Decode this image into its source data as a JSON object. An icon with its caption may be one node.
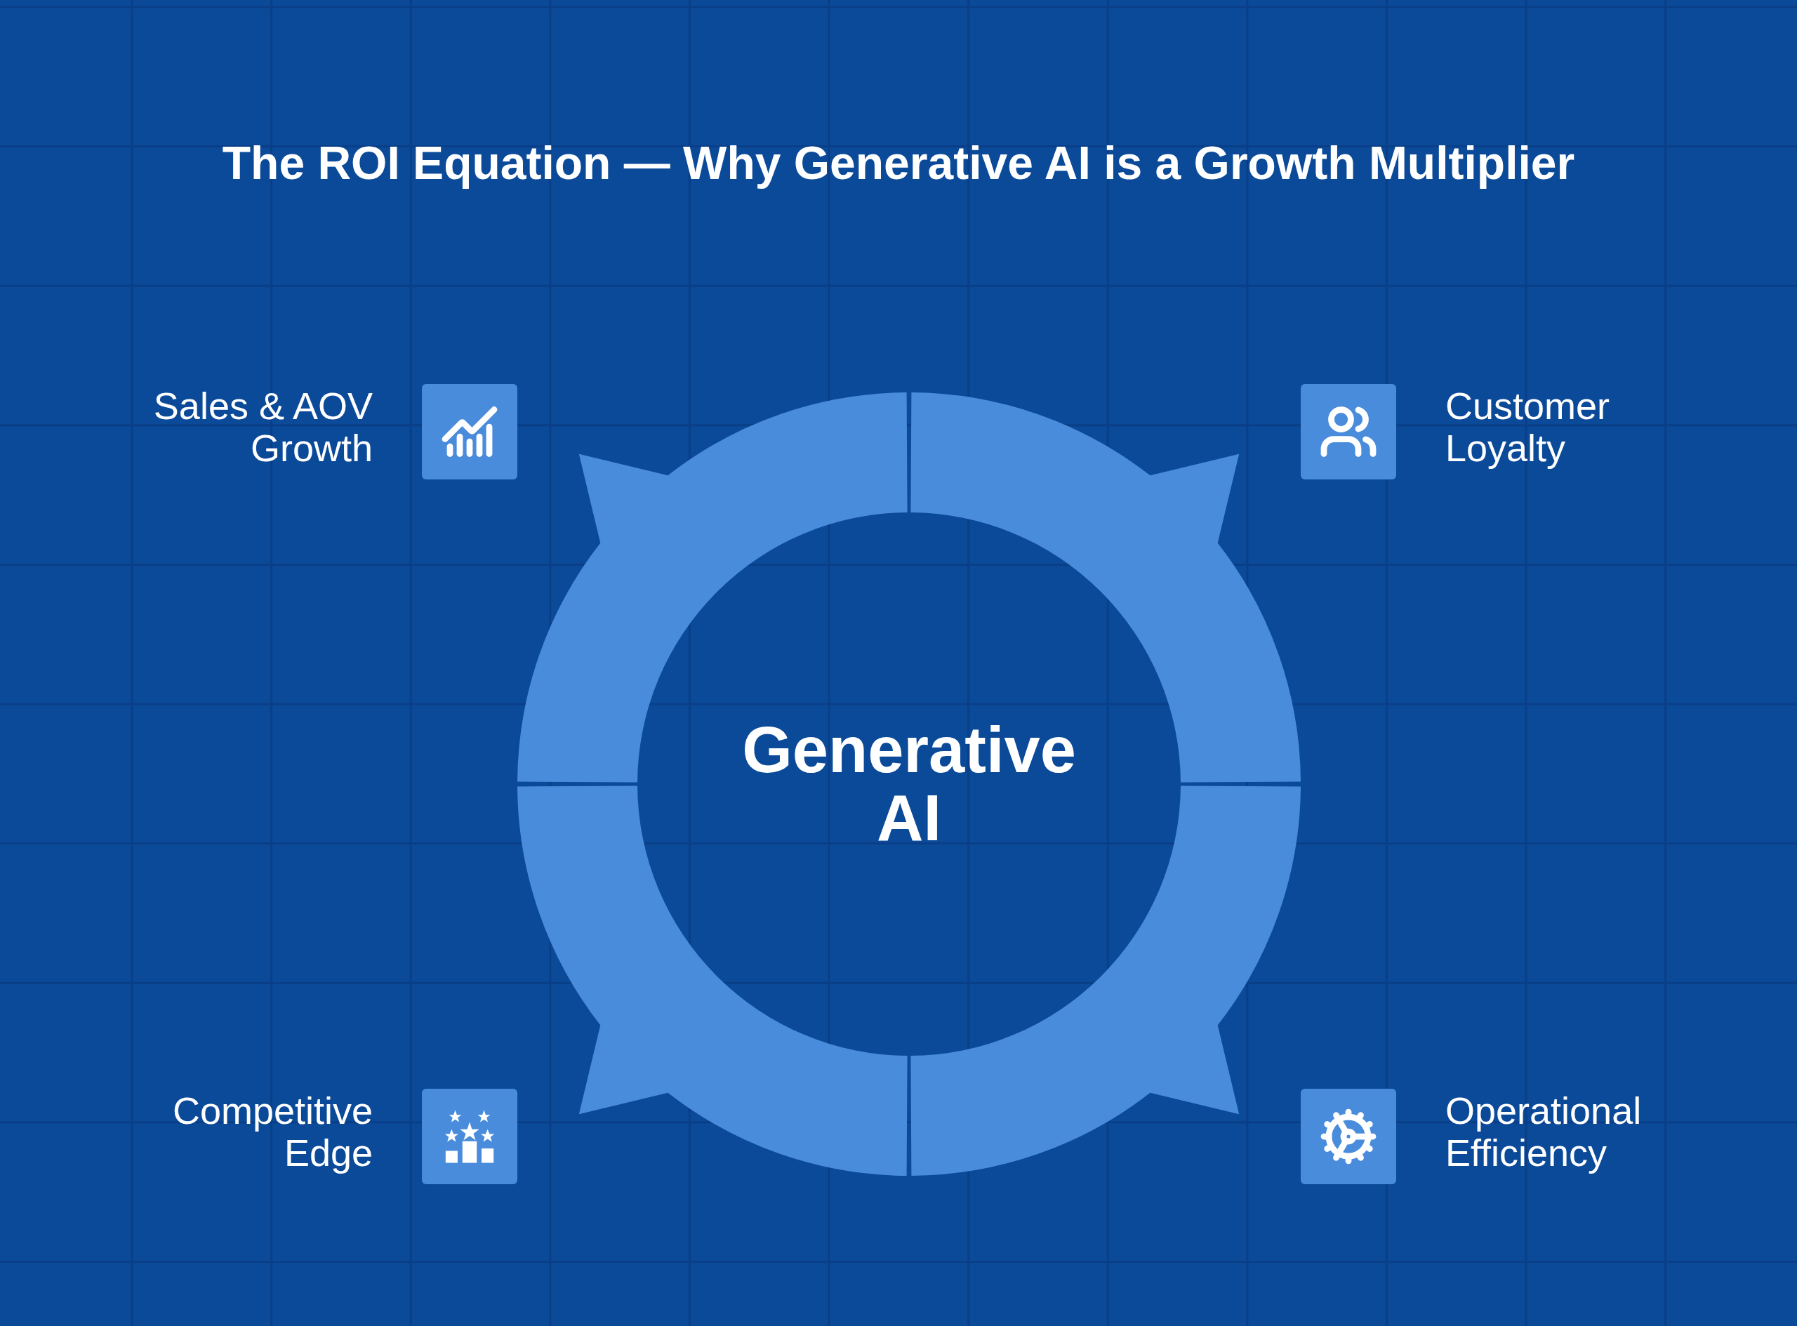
{
  "diagram": {
    "title": "The ROI Equation — Why Generative AI is a Growth Multiplier",
    "nodes": [
      {
        "text": [
          "Generative AI"
        ]
      }
    ],
    "labels": [
      "Sales & AOV Growth",
      "Customer Loyalty",
      "Competitive Edge",
      "Operational Efficiency"
    ]
  }
}
